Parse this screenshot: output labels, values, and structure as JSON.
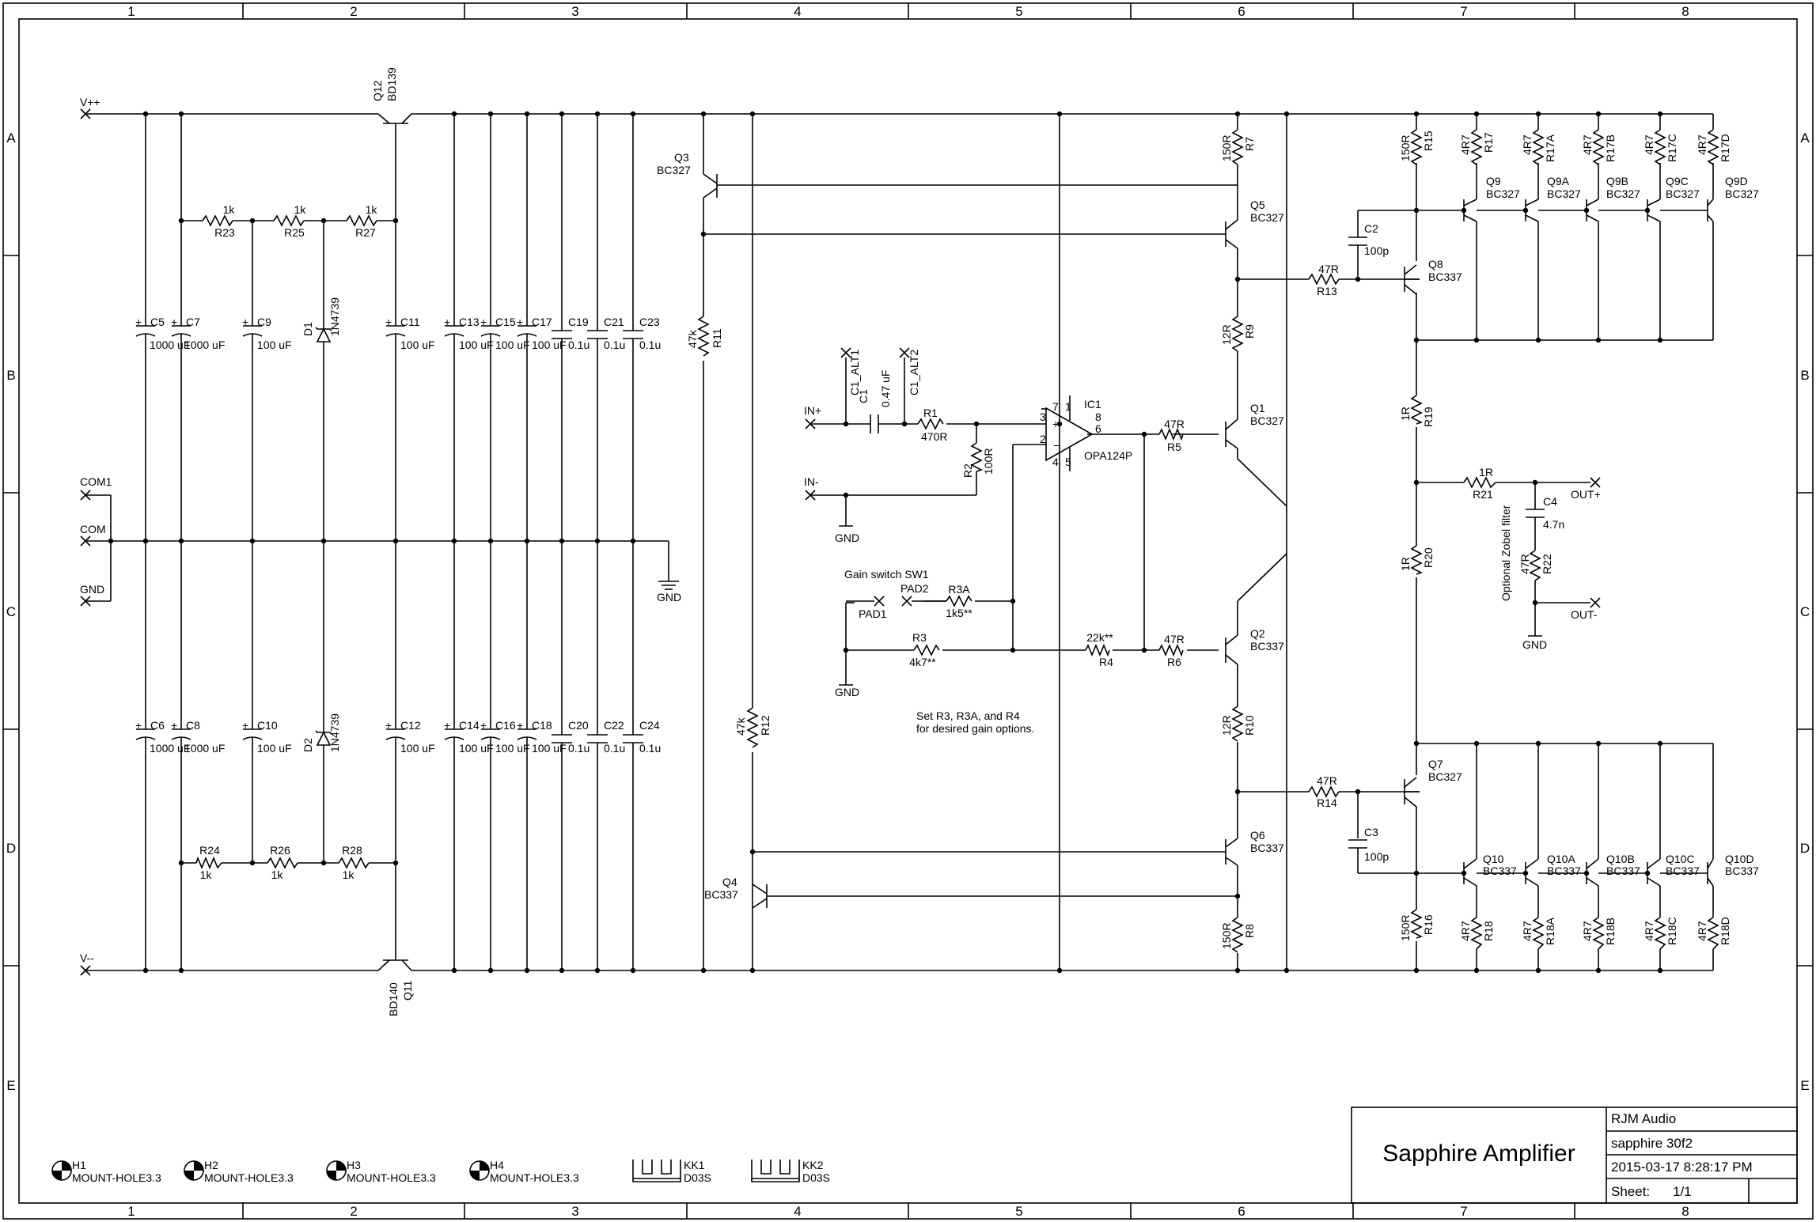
{
  "frame": {
    "columns": [
      "1",
      "2",
      "3",
      "4",
      "5",
      "6",
      "7",
      "8"
    ],
    "rows": [
      "A",
      "B",
      "C",
      "D",
      "E"
    ]
  },
  "title_block": {
    "title": "Sapphire Amplifier",
    "company": "RJM Audio",
    "file": "sapphire 30f2",
    "datetime": "2015-03-17 8:28:17 PM",
    "sheet_label": "Sheet:",
    "sheet_value": "1/1"
  },
  "ports": {
    "vpp": "V++",
    "vmm": "V--",
    "com1": "COM1",
    "com": "COM",
    "gnd": "GND",
    "in_p": "IN+",
    "in_m": "IN-",
    "out_p": "OUT+",
    "out_m": "OUT-",
    "gnd_sym": "GND",
    "c1_alt1": "C1_ALT1",
    "c1_alt2": "C1_ALT2",
    "pad1": "PAD1",
    "pad2": "PAD2"
  },
  "supply": {
    "q12": {
      "ref": "Q12",
      "part": "BD139"
    },
    "q11": {
      "ref": "Q11",
      "part": "BD140"
    },
    "r23": {
      "ref": "R23",
      "val": "1k"
    },
    "r25": {
      "ref": "R25",
      "val": "1k"
    },
    "r27": {
      "ref": "R27",
      "val": "1k"
    },
    "r24": {
      "ref": "R24",
      "val": "1k"
    },
    "r26": {
      "ref": "R26",
      "val": "1k"
    },
    "r28": {
      "ref": "R28",
      "val": "1k"
    },
    "d1": {
      "ref": "D1",
      "part": "1N4739"
    },
    "d2": {
      "ref": "D2",
      "part": "1N4739"
    },
    "c5": {
      "ref": "C5",
      "val": "1000 uF"
    },
    "c7": {
      "ref": "C7",
      "val": "1000 uF"
    },
    "c9": {
      "ref": "C9",
      "val": "100 uF"
    },
    "c11": {
      "ref": "C11",
      "val": "100 uF"
    },
    "c13": {
      "ref": "C13",
      "val": "100 uF"
    },
    "c15": {
      "ref": "C15",
      "val": "100 uF"
    },
    "c17": {
      "ref": "C17",
      "val": "100 uF"
    },
    "c19": {
      "ref": "C19",
      "val": "0.1u"
    },
    "c21": {
      "ref": "C21",
      "val": "0.1u"
    },
    "c23": {
      "ref": "C23",
      "val": "0.1u"
    },
    "c6": {
      "ref": "C6",
      "val": "1000 uF"
    },
    "c8": {
      "ref": "C8",
      "val": "1000 uF"
    },
    "c10": {
      "ref": "C10",
      "val": "100 uF"
    },
    "c12": {
      "ref": "C12",
      "val": "100 uF"
    },
    "c14": {
      "ref": "C14",
      "val": "100 uF"
    },
    "c16": {
      "ref": "C16",
      "val": "100 uF"
    },
    "c18": {
      "ref": "C18",
      "val": "100 uF"
    },
    "c20": {
      "ref": "C20",
      "val": "0.1u"
    },
    "c22": {
      "ref": "C22",
      "val": "0.1u"
    },
    "c24": {
      "ref": "C24",
      "val": "0.1u"
    }
  },
  "input": {
    "c1": {
      "ref": "C1",
      "val": "0.47 uF"
    },
    "r1": {
      "ref": "R1",
      "val": "470R"
    },
    "r2": {
      "ref": "R2",
      "val": "100R"
    },
    "ic1": {
      "ref": "IC1",
      "part": "OPA124P"
    },
    "pins": {
      "p7": "7",
      "p1": "1",
      "p8": "8",
      "p3": "3",
      "p2": "2",
      "p6": "6",
      "p4": "4",
      "p5": "5"
    },
    "sw_label": "Gain switch SW1",
    "r3a": {
      "ref": "R3A",
      "val": "1k5**"
    },
    "r3": {
      "ref": "R3",
      "val": "4k7**"
    },
    "r4": {
      "ref": "R4",
      "val": "22k**"
    },
    "note_line1": "Set R3, R3A, and R4",
    "note_line2": "for desired gain options."
  },
  "driver": {
    "q3": {
      "ref": "Q3",
      "part": "BC327"
    },
    "q4": {
      "ref": "Q4",
      "part": "BC337"
    },
    "r11": {
      "ref": "R11",
      "val": "47k"
    },
    "r12": {
      "ref": "R12",
      "val": "47k"
    },
    "q5": {
      "ref": "Q5",
      "part": "BC327"
    },
    "q6": {
      "ref": "Q6",
      "part": "BC337"
    },
    "q1": {
      "ref": "Q1",
      "part": "BC327"
    },
    "q2": {
      "ref": "Q2",
      "part": "BC337"
    },
    "r7": {
      "ref": "R7",
      "val": "150R"
    },
    "r8": {
      "ref": "R8",
      "val": "150R"
    },
    "r9": {
      "ref": "R9",
      "val": "12R"
    },
    "r10": {
      "ref": "R10",
      "val": "12R"
    },
    "r5": {
      "ref": "R5",
      "val": "47R"
    },
    "r6": {
      "ref": "R6",
      "val": "47R"
    },
    "r13": {
      "ref": "R13",
      "val": "47R"
    },
    "r14": {
      "ref": "R14",
      "val": "47R"
    }
  },
  "output": {
    "q8": {
      "ref": "Q8",
      "part": "BC337"
    },
    "q7": {
      "ref": "Q7",
      "part": "BC327"
    },
    "c2": {
      "ref": "C2",
      "val": "100p"
    },
    "c3": {
      "ref": "C3",
      "val": "100p"
    },
    "r15": {
      "ref": "R15",
      "val": "150R"
    },
    "r16": {
      "ref": "R16",
      "val": "150R"
    },
    "r19": {
      "ref": "R19",
      "val": "1R"
    },
    "r20": {
      "ref": "R20",
      "val": "1R"
    },
    "r21": {
      "ref": "R21",
      "val": "1R"
    },
    "c4": {
      "ref": "C4",
      "val": "4.7n"
    },
    "r22": {
      "ref": "R22",
      "val": "47R"
    },
    "zobel": "Optional Zobel filter",
    "top_res": [
      {
        "ref": "R17",
        "val": "4R7"
      },
      {
        "ref": "R17A",
        "val": "4R7"
      },
      {
        "ref": "R17B",
        "val": "4R7"
      },
      {
        "ref": "R17C",
        "val": "4R7"
      },
      {
        "ref": "R17D",
        "val": "4R7"
      }
    ],
    "top_q": [
      {
        "ref": "Q9",
        "part": "BC327"
      },
      {
        "ref": "Q9A",
        "part": "BC327"
      },
      {
        "ref": "Q9B",
        "part": "BC327"
      },
      {
        "ref": "Q9C",
        "part": "BC327"
      },
      {
        "ref": "Q9D",
        "part": "BC327"
      }
    ],
    "bot_res": [
      {
        "ref": "R18",
        "val": "4R7"
      },
      {
        "ref": "R18A",
        "val": "4R7"
      },
      {
        "ref": "R18B",
        "val": "4R7"
      },
      {
        "ref": "R18C",
        "val": "4R7"
      },
      {
        "ref": "R18D",
        "val": "4R7"
      }
    ],
    "bot_q": [
      {
        "ref": "Q10",
        "part": "BC337"
      },
      {
        "ref": "Q10A",
        "part": "BC337"
      },
      {
        "ref": "Q10B",
        "part": "BC337"
      },
      {
        "ref": "Q10C",
        "part": "BC337"
      },
      {
        "ref": "Q10D",
        "part": "BC337"
      }
    ]
  },
  "mechanical": {
    "h1": {
      "ref": "H1",
      "part": "MOUNT-HOLE3.3"
    },
    "h2": {
      "ref": "H2",
      "part": "MOUNT-HOLE3.3"
    },
    "h3": {
      "ref": "H3",
      "part": "MOUNT-HOLE3.3"
    },
    "h4": {
      "ref": "H4",
      "part": "MOUNT-HOLE3.3"
    },
    "kk1": {
      "ref": "KK1",
      "part": "D03S"
    },
    "kk2": {
      "ref": "KK2",
      "part": "D03S"
    }
  }
}
